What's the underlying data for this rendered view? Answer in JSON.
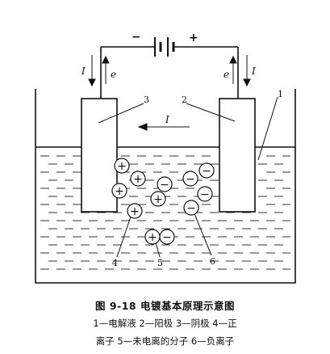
{
  "battery": {
    "negative_sign": "−",
    "positive_sign": "+"
  },
  "labels": {
    "current_symbol": "I",
    "electron_symbol": "e",
    "electrolyte_num": "1",
    "anode_num": "2",
    "cathode_num": "3",
    "positive_ion_num": "4",
    "molecule_num": "5",
    "negative_ion_num": "6"
  },
  "ions": {
    "positive_sign": "+",
    "negative_sign": "−"
  },
  "caption": {
    "title": "图 9-18  电镀基本原理示意图",
    "legend_line1": "1—电解液  2—阳极  3—阴极  4—正",
    "legend_line2": "离子  5—未电离的分子  6—负离子"
  }
}
